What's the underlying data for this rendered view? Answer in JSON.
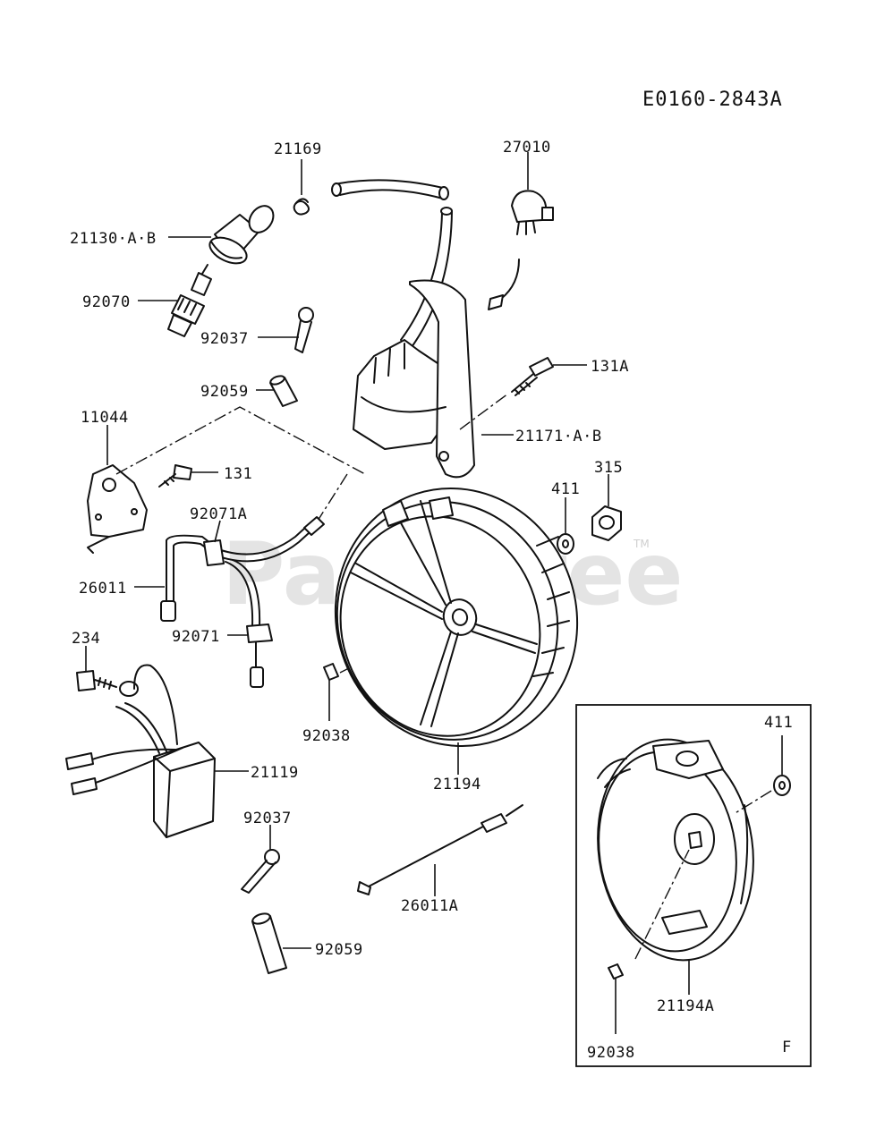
{
  "diagram_code": "E0160-2843A",
  "watermark": "PartsTree",
  "watermark_tm": "TM",
  "inset_letter": "F",
  "parts": {
    "p21169": "21169",
    "p27010": "27010",
    "p21130": "21130·A·B",
    "p92070": "92070",
    "p92037a": "92037",
    "p92059a": "92059",
    "p131A": "131A",
    "p11044": "11044",
    "p21171": "21171·A·B",
    "p131": "131",
    "p315": "315",
    "p411a": "411",
    "p92071A": "92071A",
    "p26011": "26011",
    "p92071": "92071",
    "p234": "234",
    "p92038a": "92038",
    "p21194": "21194",
    "p21119": "21119",
    "p92037b": "92037",
    "p26011A": "26011A",
    "p92059b": "92059",
    "p411b": "411",
    "p21194A": "21194A",
    "p92038b": "92038"
  }
}
